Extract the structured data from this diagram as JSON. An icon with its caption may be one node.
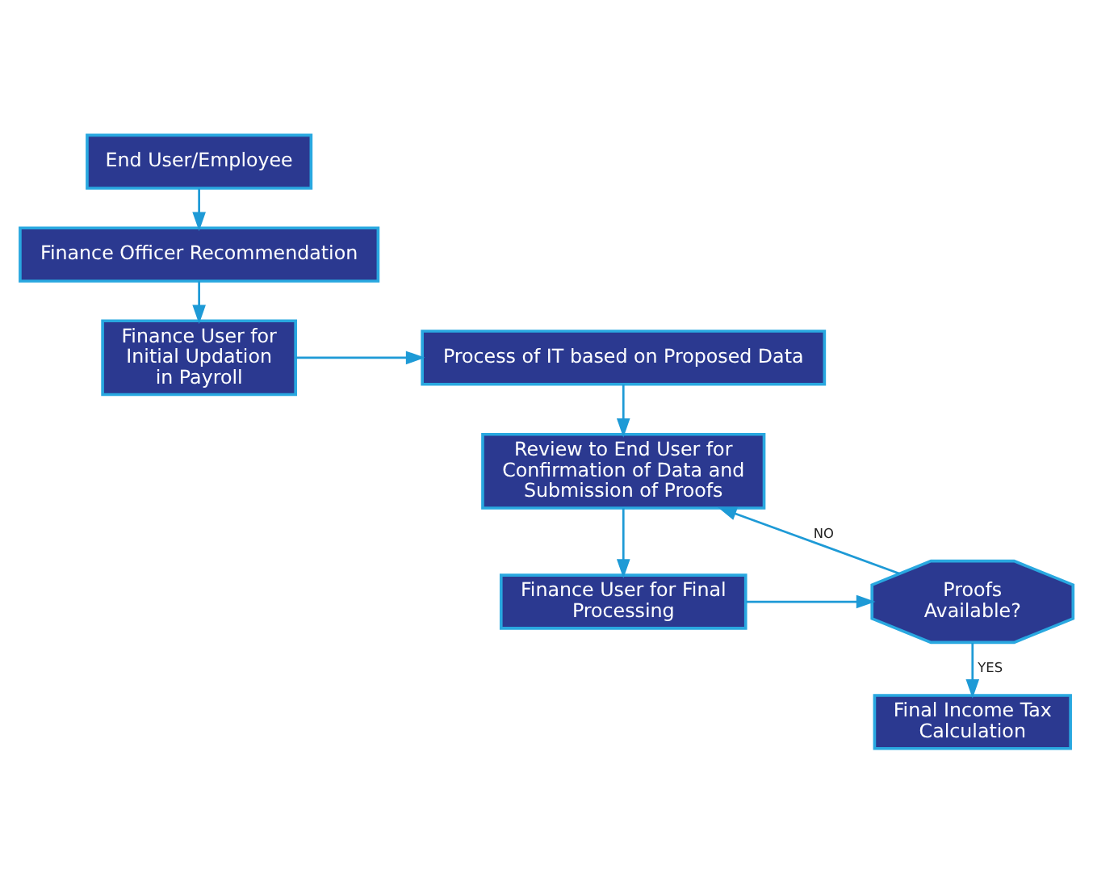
{
  "diagram": {
    "nodes": [
      {
        "text": [
          "End User/Employee"
        ]
      },
      {
        "text": [
          "Finance Officer Recommendation"
        ]
      },
      {
        "text": [
          "Finance User for Initial Updation in Payroll"
        ]
      },
      {
        "text": [
          "Process of IT based on Proposed Data"
        ]
      },
      {
        "text": [
          "Review to End User for Confirmation of Data and Submission of Proofs"
        ]
      },
      {
        "text": [
          "Finance User for Final Processing"
        ]
      },
      {
        "text": [
          "Proofs Available?"
        ]
      },
      {
        "text": [
          "Final Income Tax Calculation"
        ]
      }
    ],
    "edges": [
      {
        "from": 0,
        "to": 1,
        "arrow": "to"
      },
      {
        "from": 1,
        "to": 2,
        "arrow": "to"
      },
      {
        "from": 2,
        "to": 3,
        "arrow": "to"
      },
      {
        "from": 3,
        "to": 4,
        "arrow": "to"
      },
      {
        "from": 4,
        "to": 5,
        "arrow": "to"
      },
      {
        "from": 5,
        "to": 6,
        "arrow": "to"
      },
      {
        "from": 6,
        "to": 4,
        "arrow": "to",
        "label": "NO"
      },
      {
        "from": 6,
        "to": 7,
        "arrow": "to",
        "label": "YES"
      }
    ]
  }
}
